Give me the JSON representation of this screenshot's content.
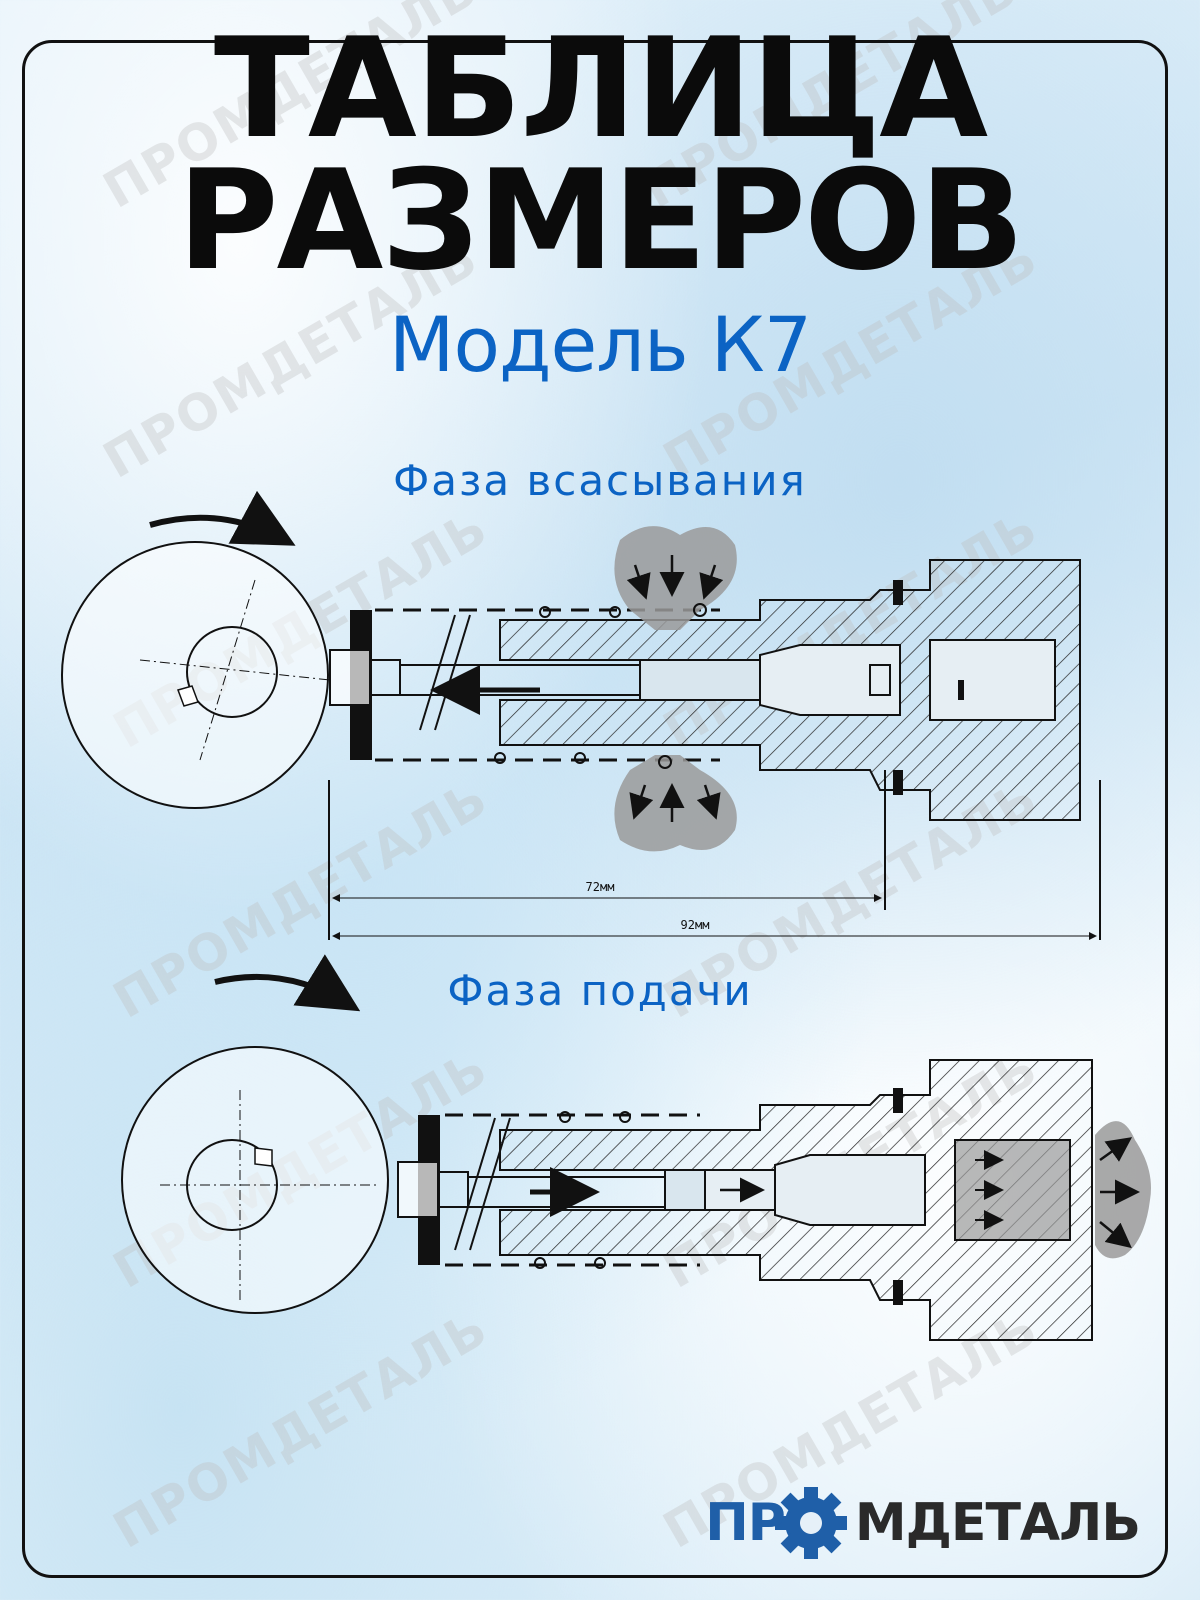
{
  "title": {
    "line1": "ТАБЛИЦА",
    "line2": "РАЗМЕРОВ",
    "model": "Модель К7"
  },
  "phases": {
    "suction": "Фаза всасывания",
    "delivery": "Фаза подачи"
  },
  "dimensions": {
    "inner": "72мм",
    "outer": "92мм"
  },
  "logo": {
    "part1": "ПР",
    "part2": "МДЕТАЛЬ"
  },
  "watermark": "ПРОМДЕТАЛЬ",
  "colors": {
    "title": "#0b0b0b",
    "accent_blue": "#0b63c4",
    "logo_blue": "#1f5fa8",
    "fluid_gray": "#9a9a9a"
  }
}
